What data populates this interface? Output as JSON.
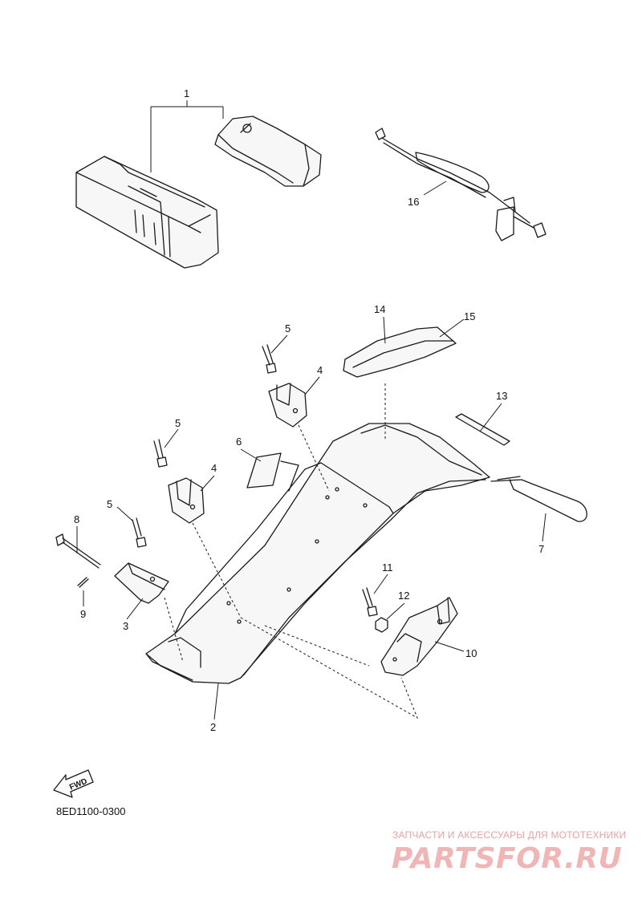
{
  "diagram": {
    "callouts": [
      "1",
      "2",
      "3",
      "4",
      "4",
      "5",
      "5",
      "5",
      "6",
      "7",
      "8",
      "9",
      "10",
      "11",
      "12",
      "13",
      "14",
      "15",
      "16"
    ],
    "fwd_label": "FWD",
    "drawing_code": "8ED1100-0300"
  },
  "watermark": {
    "tagline": "ЗАПЧАСТИ И АКСЕССУАРЫ ДЛЯ МОТОТЕХНИКИ",
    "logo_text": "PARTSFOR.RU",
    "color": "#e99a9a"
  }
}
